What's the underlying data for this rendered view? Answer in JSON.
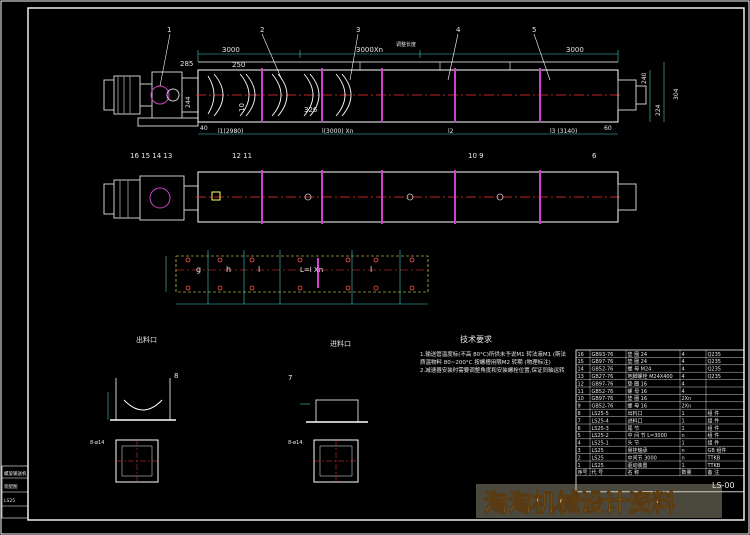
{
  "labels": {
    "dims_top": [
      "3000",
      "3000Xn",
      "3000",
      "250",
      "285"
    ],
    "dims_side": [
      "244",
      "240",
      "304",
      "224"
    ],
    "dims_misc": [
      "10",
      "40",
      "60"
    ],
    "dims_bottom": [
      "l1(2980)",
      "l(3000) Xn",
      "l2",
      "l3 (3140)"
    ],
    "pitch_label": "326",
    "top_callouts": [
      "1",
      "2",
      "3",
      "4",
      "5"
    ],
    "mid_callouts_left": [
      "16 15 14 13"
    ],
    "mid_callouts_center": [
      "12 11"
    ],
    "mid_callouts_right": [
      "10 9"
    ],
    "mid_callout_6": "6",
    "frame_letters": [
      "g",
      "h",
      "l",
      "L=l Xn",
      "l"
    ],
    "discharge_title": "出料口",
    "inlet_title": "进料口",
    "callout_7": "7",
    "callout_8": "8",
    "hole_note": "8-ø14",
    "tech_title": "技术要求",
    "tech_lines": [
      "1.输送管温度标(不高 80°C)所供未予说M1 转法液M1 (斯法",
      "  质温物料 80~200°C 按螺槽用限M2 转期 (物理标注)",
      "2.减速器安装时需要调整角度和安装螺栓位置,保证同轴运转"
    ],
    "ruler_note": "调整长度"
  },
  "bom": {
    "rows": [
      [
        "16",
        "GB93-76",
        "垫 圈 24",
        "4",
        "Q235"
      ],
      [
        "15",
        "GB97-76",
        "垫 圈 24",
        "4",
        "Q235"
      ],
      [
        "14",
        "GB52-76",
        "螺 母 M24",
        "4",
        "Q235"
      ],
      [
        "13",
        "GB27-76",
        "地脚螺栓 M24X400",
        "4",
        "Q235"
      ],
      [
        "12",
        "GB97-76",
        "垫 圈 16",
        "4",
        ""
      ],
      [
        "11",
        "GB52-76",
        "螺 母 16",
        "4",
        ""
      ],
      [
        "10",
        "GB97-76",
        "垫 圈 16",
        "2Xn",
        ""
      ],
      [
        "9",
        "GB52-76",
        "螺 母 16",
        "2Xn",
        ""
      ],
      [
        "8",
        "LS25-5",
        "出料口",
        "1",
        "组 件"
      ],
      [
        "7",
        "LS25-4",
        "进料口",
        "1",
        "组 件"
      ],
      [
        "6",
        "LS25-3",
        "尾 节",
        "1",
        "组 件"
      ],
      [
        "5",
        "LS25-2",
        "中 间 节 L=3000",
        "n",
        "组 件"
      ],
      [
        "4",
        "LS25-1",
        "头 节",
        "1",
        "组 件"
      ],
      [
        "3",
        "LS25",
        "悬挂轴承",
        "n",
        "GB 组件"
      ],
      [
        "2",
        "LS25",
        "中间节 3000",
        "n",
        "TTKB"
      ],
      [
        "1",
        "LS25",
        "驱动装置",
        "1",
        "TTKB"
      ]
    ],
    "header": [
      "序号",
      "代 号",
      "名 称",
      "数量",
      "备 注"
    ],
    "drawing_no": "LS-00"
  },
  "left_block": {
    "lines": [
      "螺旋输送机",
      "装配图",
      "LS25"
    ]
  },
  "watermark": "淘淘机械设计资料",
  "colors": {
    "background": "#000000",
    "outline": "#ffffff",
    "centerline": "#ff3030",
    "hanger": "#d040d0",
    "dimension": "#40d0d0",
    "note": "#ffff60",
    "gear": "#c0c0c0",
    "watermark": "#e0c060"
  }
}
